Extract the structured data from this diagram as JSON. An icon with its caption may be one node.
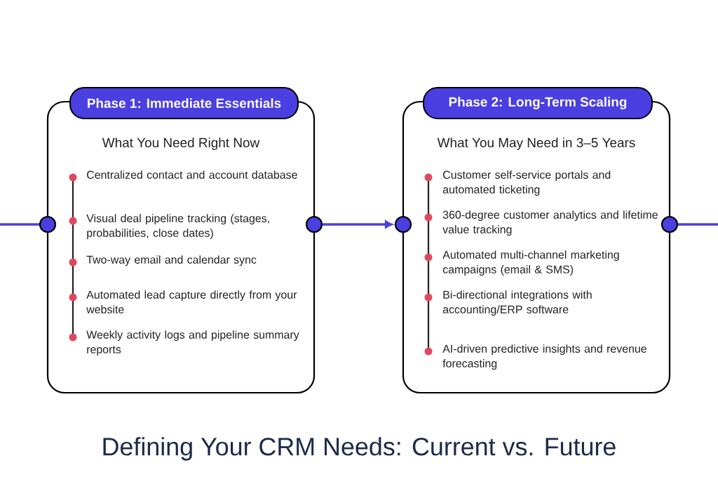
{
  "diagram": {
    "caption": "Defining Your CRM Needs: Current vs. Future",
    "nodes": [
      {
        "text": [
          "Phase 1: Immediate Essentials",
          "What You Need Right Now",
          "Centralized contact and account database",
          "Visual deal pipeline tracking (stages, probabilities, close dates)",
          "Two-way email and calendar sync",
          "Automated lead capture directly from your website",
          "Weekly activity logs and pipeline summary reports"
        ]
      },
      {
        "text": [
          "Phase 2: Long-Term Scaling",
          "What You May Need in 3–5 Years",
          "Customer self-service portals and automated ticketing",
          "360-degree customer analytics and lifetime value tracking",
          "Automated multi-channel marketing campaigns (email & SMS)",
          "Bi-directional integrations with accounting/ERP software",
          "AI-driven predictive insights and revenue forecasting"
        ]
      },
      {
        "text": [],
        "shape": "circle"
      },
      {
        "text": [],
        "shape": "circle"
      },
      {
        "text": [],
        "shape": "circle"
      },
      {
        "text": [],
        "shape": "circle"
      }
    ],
    "edges": [
      {
        "from": null,
        "to": 2,
        "arrow": "none"
      },
      {
        "from": 3,
        "to": 4,
        "arrow": "to"
      },
      {
        "from": 5,
        "to": null,
        "arrow": "none"
      }
    ]
  }
}
